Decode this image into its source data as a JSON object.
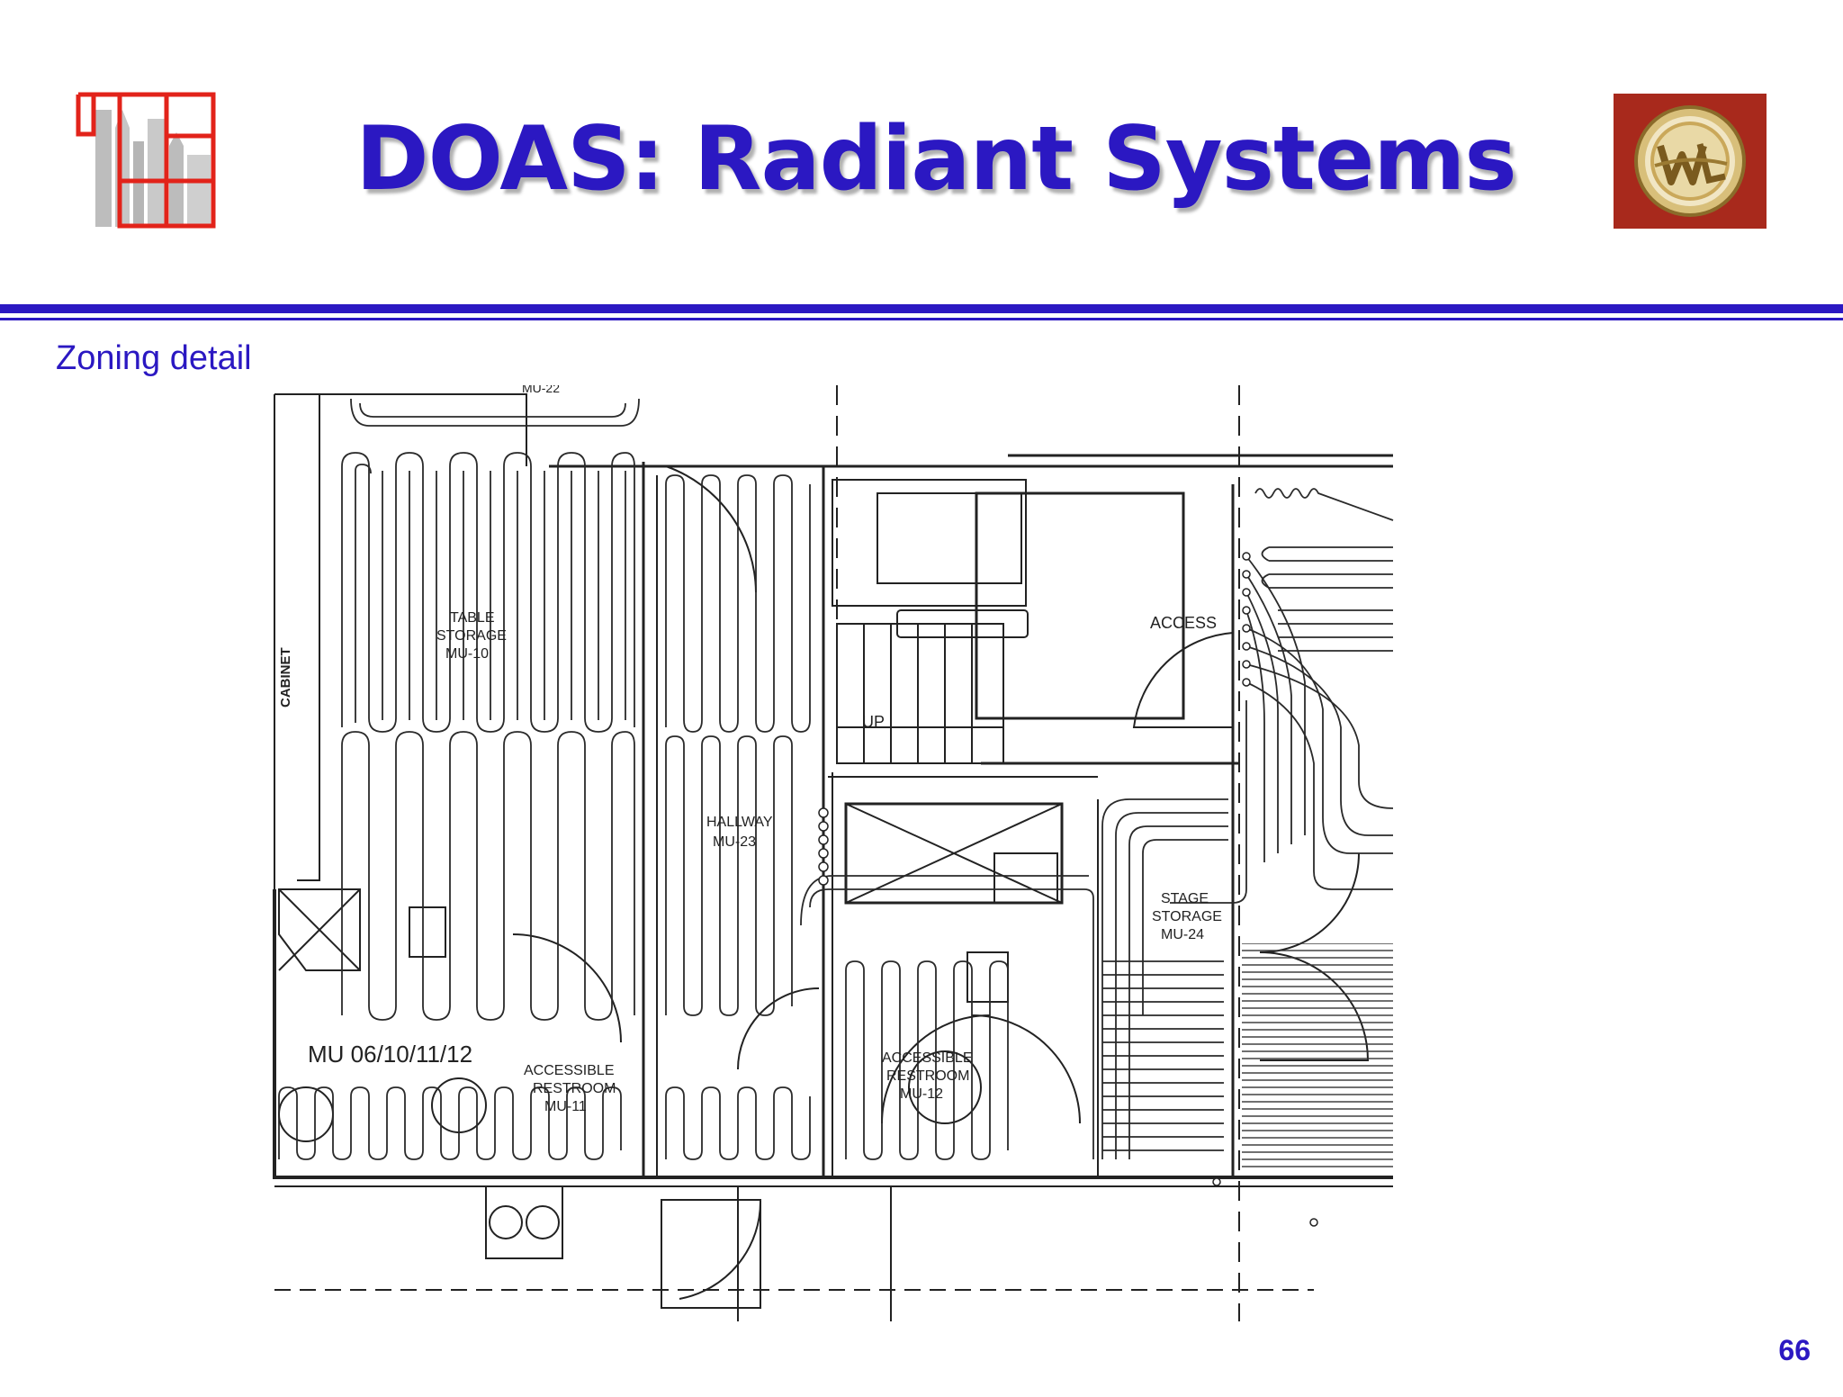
{
  "slide": {
    "title": "DOAS: Radiant Systems",
    "subtitle": "Zoning detail",
    "page_number": "66"
  },
  "plan_labels": {
    "cabinet": "CABINET",
    "table_storage_1": "TABLE",
    "table_storage_2": "STORAGE",
    "table_storage_zone": "MU-10",
    "up": "UP",
    "access": "ACCESS",
    "hallway_1": "HALLWAY",
    "hallway_zone": "MU-23",
    "stage_storage_1": "STAGE",
    "stage_storage_2": "STORAGE",
    "stage_storage_zone": "MU-24",
    "mu_list": "MU  06/10/11/12",
    "restroom_a_1": "ACCESSIBLE",
    "restroom_a_2": "RESTROOM",
    "restroom_a_zone": "MU-11",
    "restroom_b_1": "ACCESSIBLE",
    "restroom_b_2": "RESTROOM",
    "restroom_b_zone": "MU-12",
    "top_zone": "MU-22"
  },
  "colors": {
    "accent": "#2B18C2",
    "logo_red": "#E2231A",
    "badge_bg": "#A8291C",
    "badge_gold": "#C9A955"
  },
  "icons": {
    "left_logo": "architecture-grid-logo-icon",
    "right_logo": "gold-seal-badge-icon"
  }
}
